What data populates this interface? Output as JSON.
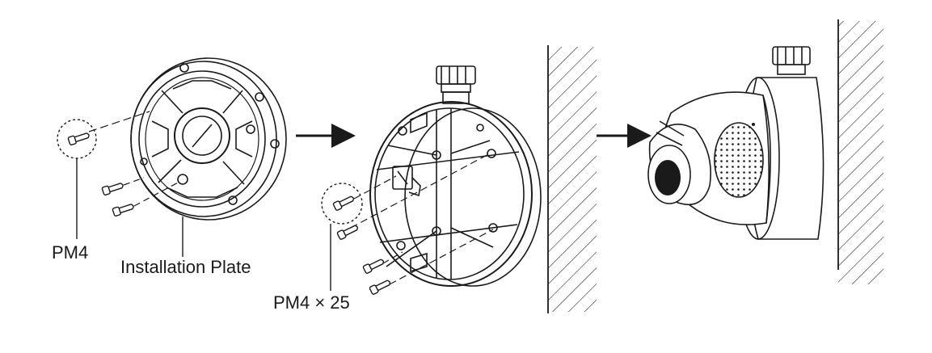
{
  "labels": {
    "pm4": "PM4",
    "installation_plate": "Installation Plate",
    "pm4_x_25": "PM4 × 25"
  },
  "steps": [
    {
      "id": "step-1",
      "subject": "installation-plate"
    },
    {
      "id": "step-2",
      "subject": "junction-box"
    },
    {
      "id": "step-3",
      "subject": "mounted-camera"
    }
  ],
  "colors": {
    "line": "#1a1a1a",
    "background": "#ffffff"
  }
}
